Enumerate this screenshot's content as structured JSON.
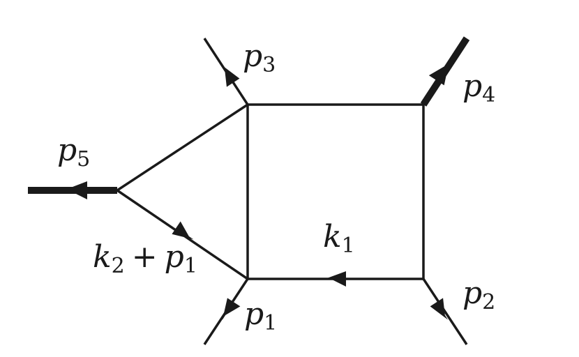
{
  "diagram": {
    "labels": {
      "p3": {
        "symbol": "p",
        "index": "3"
      },
      "p4": {
        "symbol": "p",
        "index": "4"
      },
      "p5": {
        "symbol": "p",
        "index": "5"
      },
      "k1": {
        "symbol": "k",
        "index": "1"
      },
      "k2p1": {
        "symbol_a": "k",
        "index_a": "2",
        "operator": "+",
        "symbol_b": "p",
        "index_b": "1"
      },
      "p1": {
        "symbol": "p",
        "index": "1"
      },
      "p2": {
        "symbol": "p",
        "index": "2"
      }
    },
    "colors": {
      "line": "#1a1a1a",
      "background": "#ffffff"
    }
  }
}
